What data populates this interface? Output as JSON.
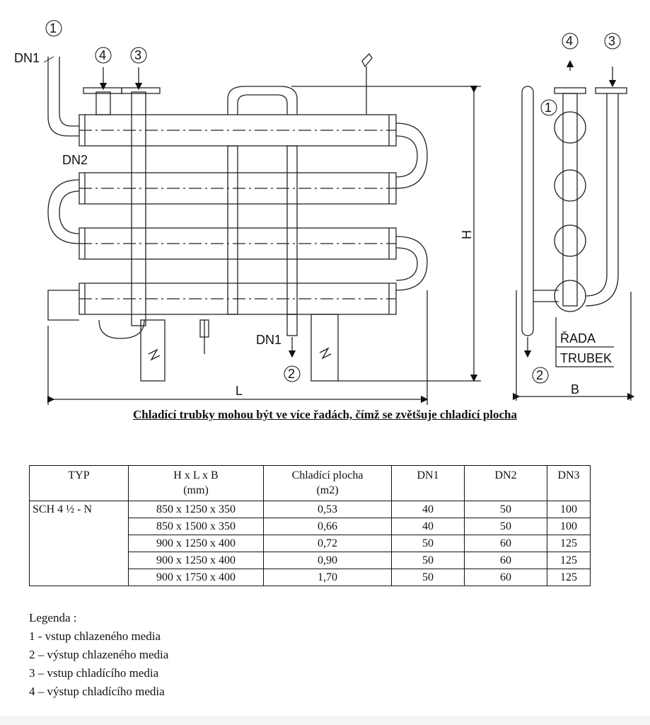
{
  "drawing": {
    "front_view": {
      "dn1_top": "DN1",
      "dn2": "DN2",
      "dn1_bottom": "DN1",
      "dim_h": "H",
      "dim_l": "L",
      "markers": {
        "n1": "1",
        "n2": "2",
        "n3": "3",
        "n4": "4"
      }
    },
    "side_view": {
      "markers": {
        "n1": "1",
        "n2": "2",
        "n3": "3",
        "n4": "4"
      },
      "rada": "ŘADA",
      "trubek": "TRUBEK",
      "dim_b": "B"
    }
  },
  "caption": "Chladící trubky mohou být ve více řadách, čímž se zvětšuje chladící plocha",
  "table": {
    "headers": [
      {
        "l1": "TYP",
        "l2": ""
      },
      {
        "l1": "H x L x B",
        "l2": "(mm)"
      },
      {
        "l1": "Chladící plocha",
        "l2": "(m2)"
      },
      {
        "l1": "DN1",
        "l2": ""
      },
      {
        "l1": "DN2",
        "l2": ""
      },
      {
        "l1": "DN3",
        "l2": ""
      }
    ],
    "rows": [
      [
        "SCH 4 ½ - N",
        "850 x 1250 x 350",
        "0,53",
        "40",
        "50",
        "100"
      ],
      [
        "",
        "850 x 1500 x 350",
        "0,66",
        "40",
        "50",
        "100"
      ],
      [
        "",
        "900 x 1250 x 400",
        "0,72",
        "50",
        "60",
        "125"
      ],
      [
        "",
        "900 x 1250 x 400",
        "0,90",
        "50",
        "60",
        "125"
      ],
      [
        "",
        "900 x 1750 x 400",
        "1,70",
        "50",
        "60",
        "125"
      ]
    ]
  },
  "legend": {
    "title": "Legenda :",
    "items": [
      "1 - vstup chlazeného media",
      "2 – výstup chlazeného media",
      "3 – vstup chladícího media",
      "4 – výstup chladícího media"
    ]
  }
}
